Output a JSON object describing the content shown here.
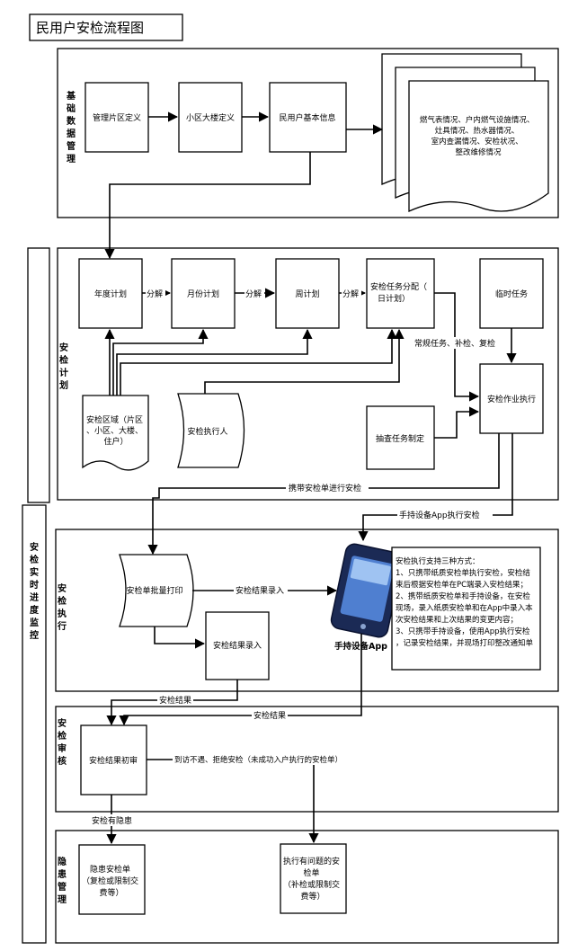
{
  "title": "民用户安检流程图",
  "lanes": {
    "basic_data": "基础数据管理",
    "plan": "安检计划",
    "monitor": "安检实时进度监控",
    "execute": "安检执行",
    "audit": "安检审核",
    "hazard": "隐患管理"
  },
  "nodes": {
    "area_def": "管理片区定义",
    "building_def": "小区大楼定义",
    "user_info": "民用户基本信息",
    "doc_lines": [
      "燃气表情况、户内燃气设施情况、",
      "灶具情况、热水器情况、",
      "室内查漏情况、安检状况、",
      "整改维修情况"
    ],
    "annual": "年度计划",
    "monthly": "月份计划",
    "weekly": "周计划",
    "task_alloc_lines": [
      "安检任务分配（",
      "日计划）"
    ],
    "temp_task": "临时任务",
    "exec_task": "安检作业执行",
    "spot_task": "抽查任务制定",
    "region_lines": [
      "安检区域（片区",
      "、小区、大楼、",
      "住户）"
    ],
    "executor": "安检执行人",
    "batch_print": "安检单批量打印",
    "result_entry": "安检结果录入",
    "handheld": "手持设备App",
    "note_lines": [
      "安检执行支持三种方式：",
      "1、只携带纸质安检单执行安检，安检结",
      "束后根据安检单在PC端录入安检结果；",
      "2、携带纸质安检单和手持设备，在安检",
      "现场，录入纸质安检单和在App中录入本",
      "次安检结果和上次结果的变更内容；",
      "3、只携带手持设备，使用App执行安检",
      "，记录安检结果，并现场打印整改通知单"
    ],
    "first_review": "安检结果初审",
    "hazard_sheet_lines": [
      "隐患安检单",
      "（复检或限制交",
      "费等）"
    ],
    "problem_sheet_lines": [
      "执行有问题的安",
      "检单",
      "（补检或限制交",
      "费等）"
    ]
  },
  "edges": {
    "decompose": "分解",
    "routine": "常规任务、补检、复检",
    "carry_sheet": "携带安检单进行安检",
    "handheld_exec": "手持设备App执行安检",
    "result_entry": "安检结果录入",
    "result": "安检结果",
    "result2": "安检结果",
    "refuse": "到访不遇、拒绝安检（未成功入户执行的安检单）",
    "has_hazard": "安检有隐患"
  }
}
